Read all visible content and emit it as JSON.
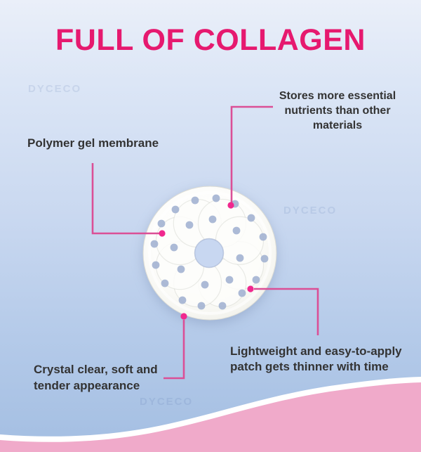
{
  "title": "FULL OF COLLAGEN",
  "watermark_text": "DYCECO",
  "callouts": {
    "polymer": "Polymer gel membrane",
    "stores": "Stores more essential\nnutrients than other\nmaterials",
    "crystal": "Crystal clear, soft and\ntender appearance",
    "lightweight": "Lightweight and easy-to-apply\npatch gets thinner with time"
  },
  "colors": {
    "title_pink": "#E6196F",
    "connector_pink": "#DB4F96",
    "dot_pink": "#F0288E",
    "wave_pink": "#F0AACA",
    "text_dark": "#333333",
    "hole_blue": "#A3B2D2",
    "bg_top": "#EAEFF9",
    "bg_bottom": "#A6C0E3"
  }
}
